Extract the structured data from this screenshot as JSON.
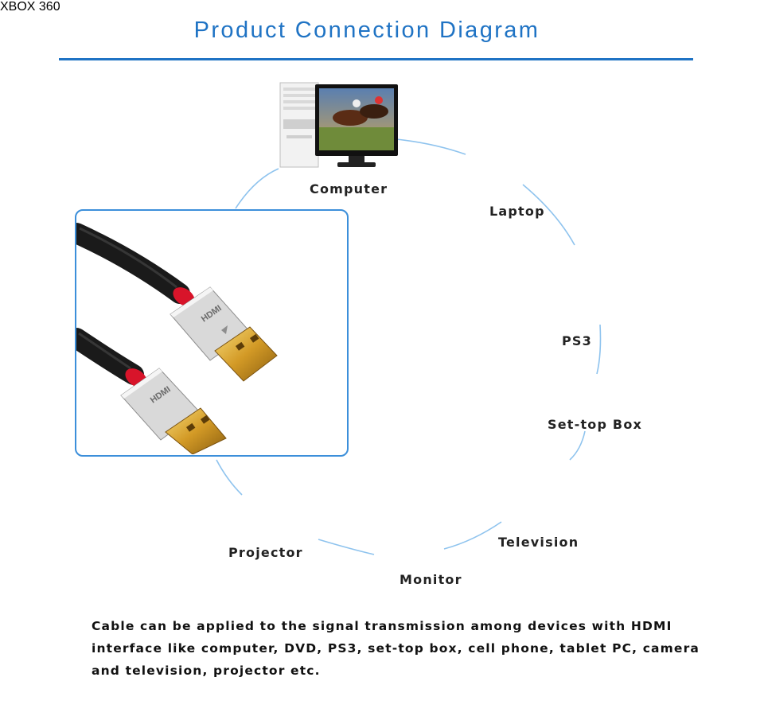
{
  "header": {
    "title": "Product Connection Diagram"
  },
  "devices": [
    {
      "id": "computer",
      "label": "Computer"
    },
    {
      "id": "laptop",
      "label": "Laptop"
    },
    {
      "id": "ps3",
      "label": "PS3"
    },
    {
      "id": "set-top-box",
      "label": "Set-top Box"
    },
    {
      "id": "television",
      "label": "Television"
    },
    {
      "id": "monitor",
      "label": "Monitor"
    },
    {
      "id": "projector",
      "label": "Projector"
    }
  ],
  "xbox_logo_text": "XBOX 360",
  "cable_brand_text": "HDMI",
  "description": "Cable can be applied to the signal transmission among devices with HDMI interface like computer, DVD, PS3, set-top box, cell phone, tablet PC, camera and television, projector etc.",
  "colors": {
    "title_blue": "#1f73c4",
    "connector_line": "#8ec3ee",
    "frame_blue": "#3c8fda",
    "cable_red": "#e0182b",
    "plug_gold": "#e2b341"
  }
}
